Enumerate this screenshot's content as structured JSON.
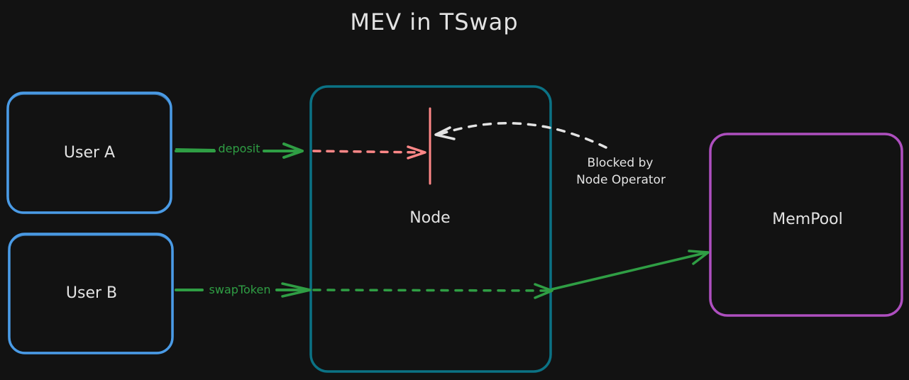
{
  "diagram": {
    "title": "MEV in TSwap",
    "nodes": {
      "user_a": {
        "label": "User A",
        "stroke": "#4a9be6"
      },
      "user_b": {
        "label": "User B",
        "stroke": "#4a9be6"
      },
      "node": {
        "label": "Node",
        "stroke": "#0b7285"
      },
      "mempool": {
        "label": "MemPool",
        "stroke": "#ae4fbf"
      }
    },
    "edges": {
      "deposit": {
        "label": "deposit",
        "color": "#2f9e44"
      },
      "deposit_blocked": {
        "color": "#ff8787"
      },
      "swap_token": {
        "label": "swapToken",
        "color": "#2f9e44"
      },
      "to_mempool": {
        "color": "#2f9e44"
      },
      "operator_block": {
        "color": "#e3e3e3"
      }
    },
    "block_bar": {
      "color": "#ff8787"
    },
    "note": {
      "line1": "Blocked by",
      "line2": "Node Operator"
    },
    "background": "#121212"
  }
}
